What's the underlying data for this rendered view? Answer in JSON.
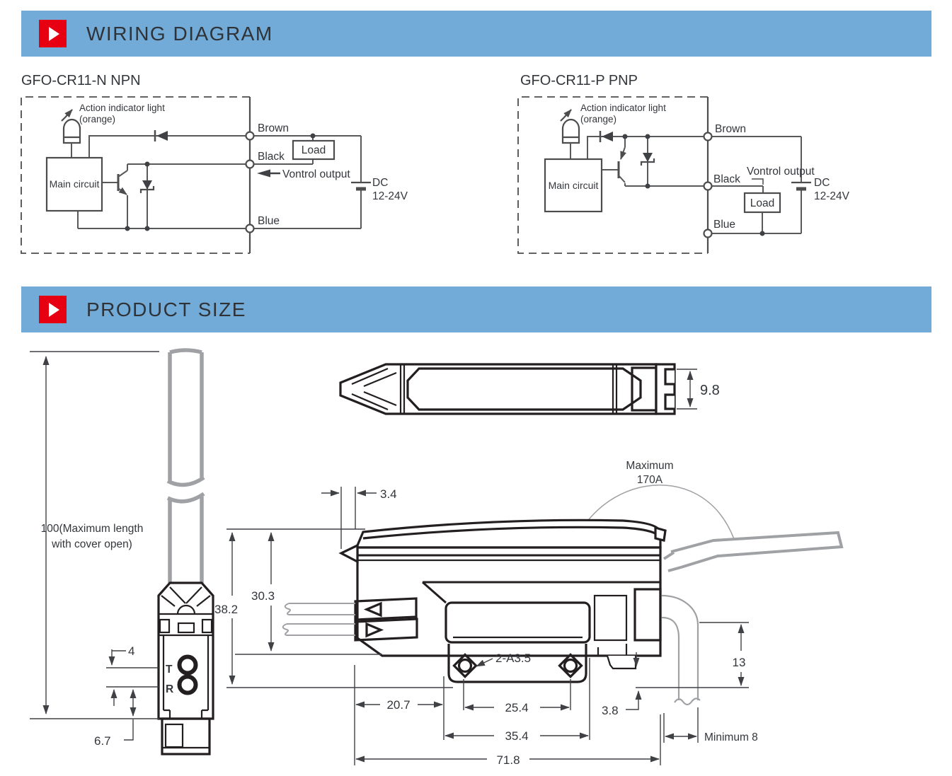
{
  "theme": {
    "header_blue": "#72abd7",
    "accent_red": "#e60012",
    "line_dark": "#4d4d4f",
    "drawing_black": "#231f20",
    "cover_gray": "#9fa1a4"
  },
  "headers": {
    "wiring": "WIRING DIAGRAM",
    "product": "PRODUCT SIZE"
  },
  "wiring": {
    "npn": {
      "title": "GFO-CR11-N NPN",
      "indicator1": "Action indicator light",
      "indicator2": "(orange)",
      "main_circuit": "Main circuit",
      "brown": "Brown",
      "black": "Black",
      "blue": "Blue",
      "load": "Load",
      "output": "Vontrol output",
      "dc_line1": "DC",
      "dc_line2": "12-24V"
    },
    "pnp": {
      "title": "GFO-CR11-P PNP",
      "indicator1": "Action indicator light",
      "indicator2": "(orange)",
      "main_circuit": "Main circuit",
      "brown": "Brown",
      "black": "Black",
      "blue": "Blue",
      "load": "Load",
      "output": "Vontrol output",
      "dc_line1": "DC",
      "dc_line2": "12-24V"
    }
  },
  "product": {
    "front": {
      "length_label1": "100(Maximum length",
      "length_label2": "with cover open)",
      "dim_4": "4",
      "dim_6_7": "6.7",
      "port_t": "T",
      "port_r": "R"
    },
    "top": {
      "dim_9_8": "9.8"
    },
    "side": {
      "dim_3_4": "3.4",
      "dim_38_2": "38.2",
      "dim_30_3": "30.3",
      "max_angle1": "Maximum",
      "max_angle2": "170A",
      "holes": "2-A3.5",
      "dim_20_7": "20.7",
      "dim_25_4": "25.4",
      "dim_35_4": "35.4",
      "dim_3_8": "3.8",
      "dim_71_8": "71.8",
      "dim_13": "13",
      "min_bend": "Minimum 8"
    }
  }
}
